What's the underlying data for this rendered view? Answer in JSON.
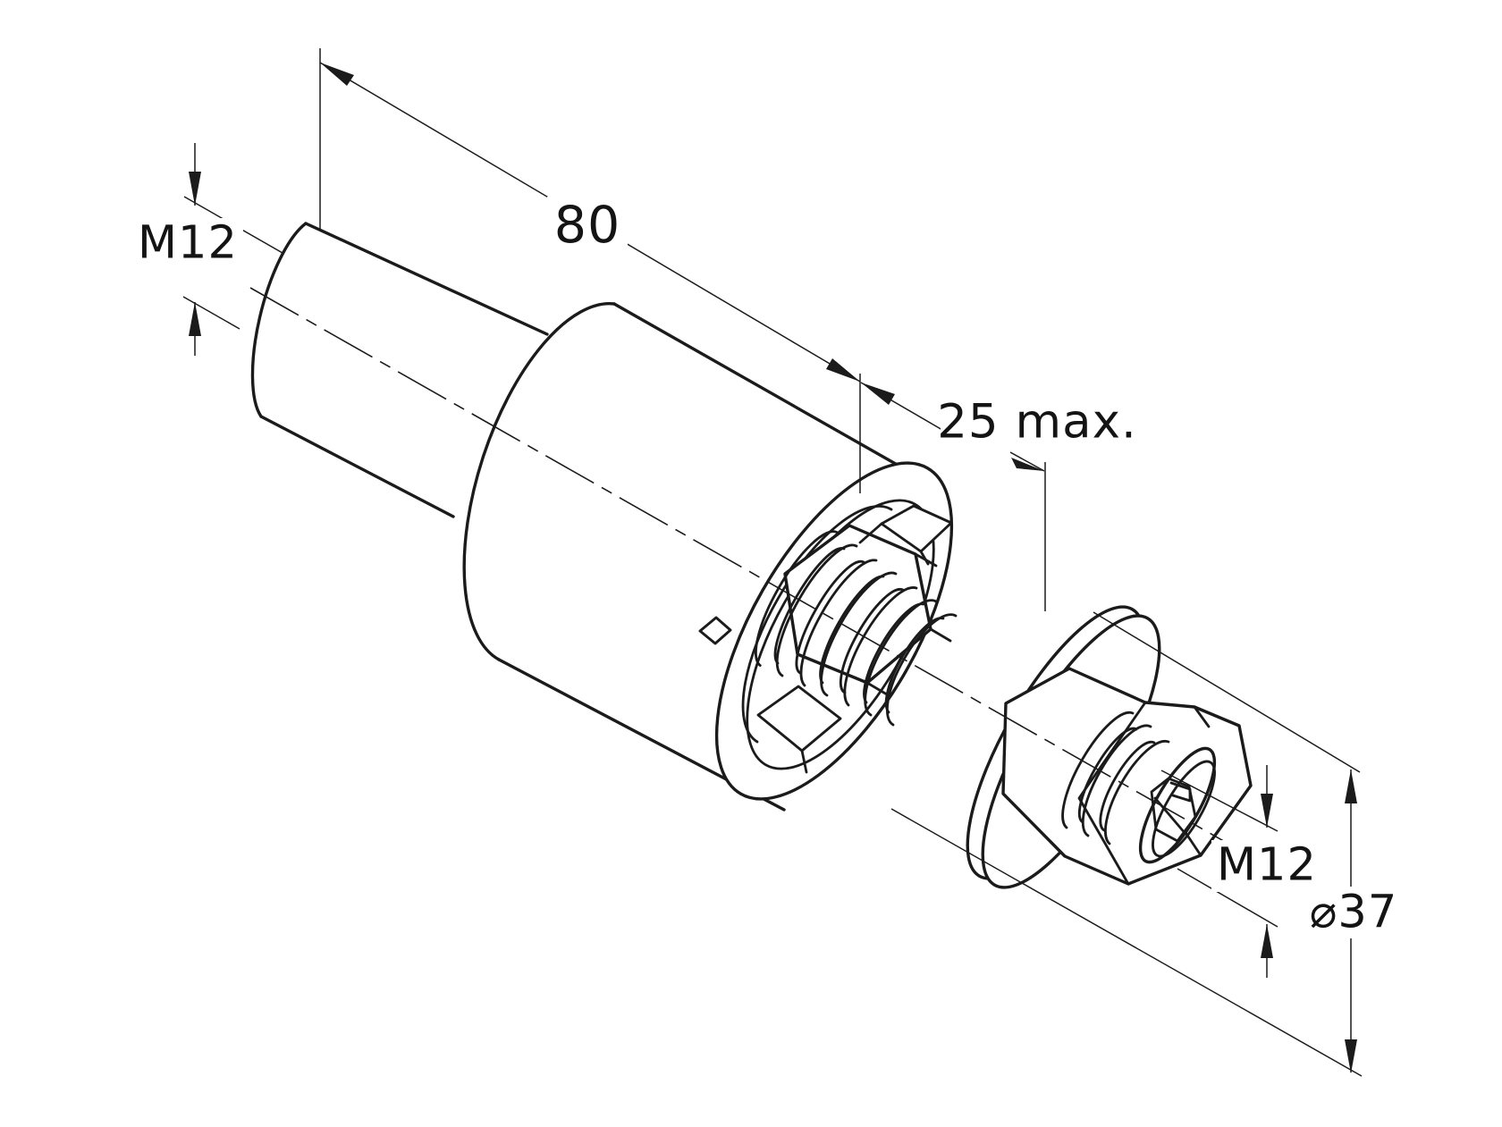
{
  "drawing": {
    "background": "#ffffff",
    "line_color": "#1b1b1b",
    "labels": {
      "stud_thread": "M12",
      "overall_length": "80",
      "free_thread_length": "25 max.",
      "tip_thread": "M12",
      "washer_diameter": "⌀37"
    }
  }
}
